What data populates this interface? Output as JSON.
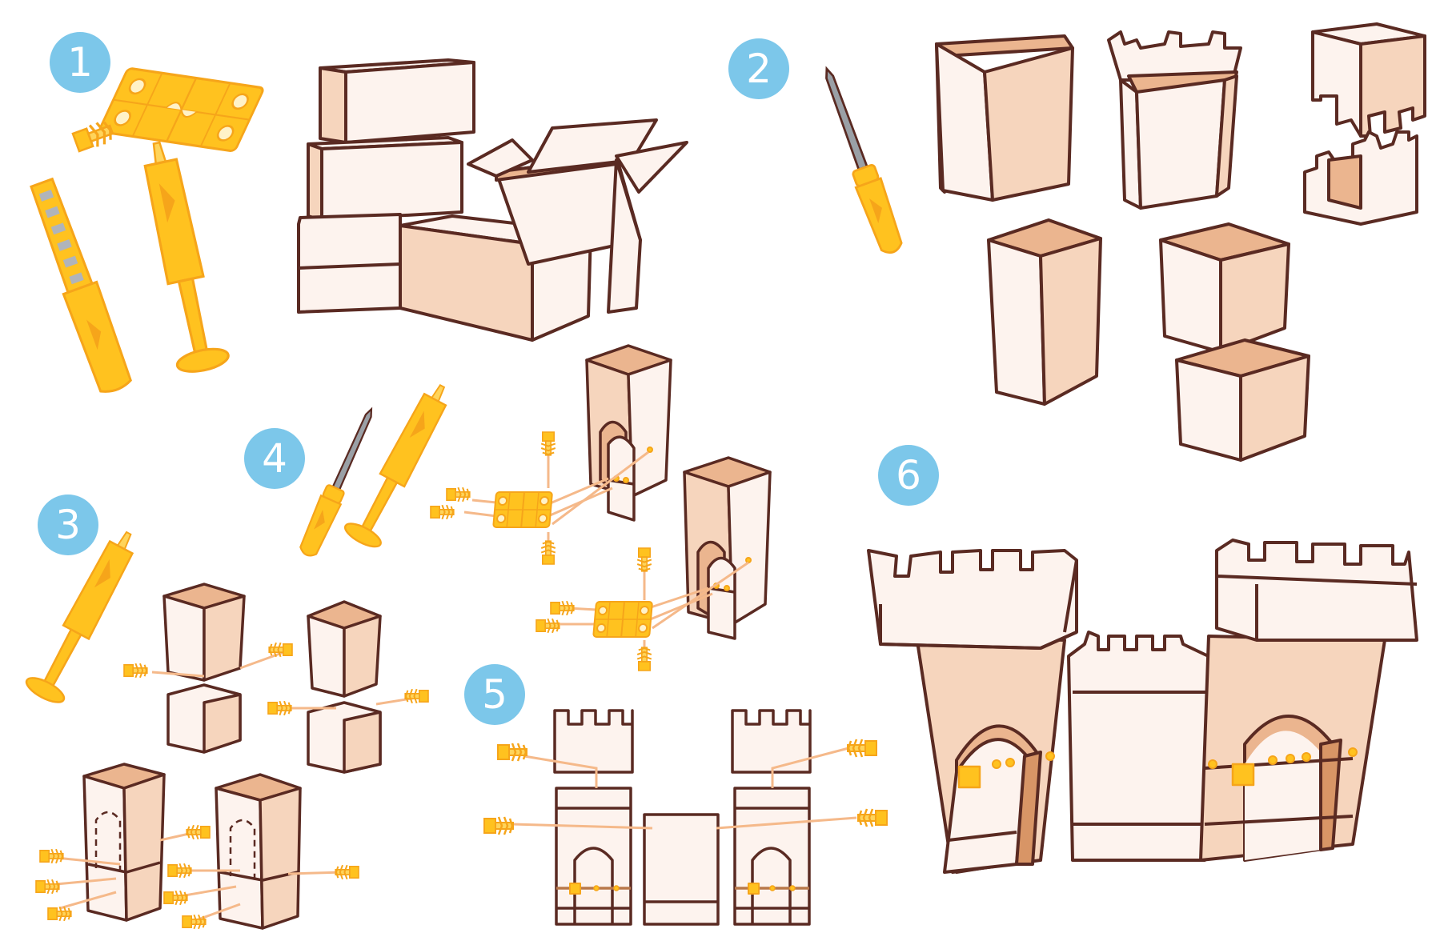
{
  "steps": [
    {
      "number": "1"
    },
    {
      "number": "2"
    },
    {
      "number": "3"
    },
    {
      "number": "4"
    },
    {
      "number": "5"
    },
    {
      "number": "6"
    }
  ],
  "colors": {
    "badge": "#7cc7ea",
    "outline": "#5a2a22",
    "cardboard_face": "#fdf3ee",
    "cardboard_side": "#f6d5bd",
    "cardboard_inside": "#ebb58f",
    "tool_yellow": "#ffc21f",
    "tool_orange": "#f6a51a",
    "guide_line": "#f5b98a"
  },
  "icons": [
    "connector-plate-icon",
    "plug-connector-icon",
    "screwdriver-icon",
    "insertion-tool-icon",
    "cardboard-box-icon",
    "tower-icon",
    "castle-icon"
  ]
}
